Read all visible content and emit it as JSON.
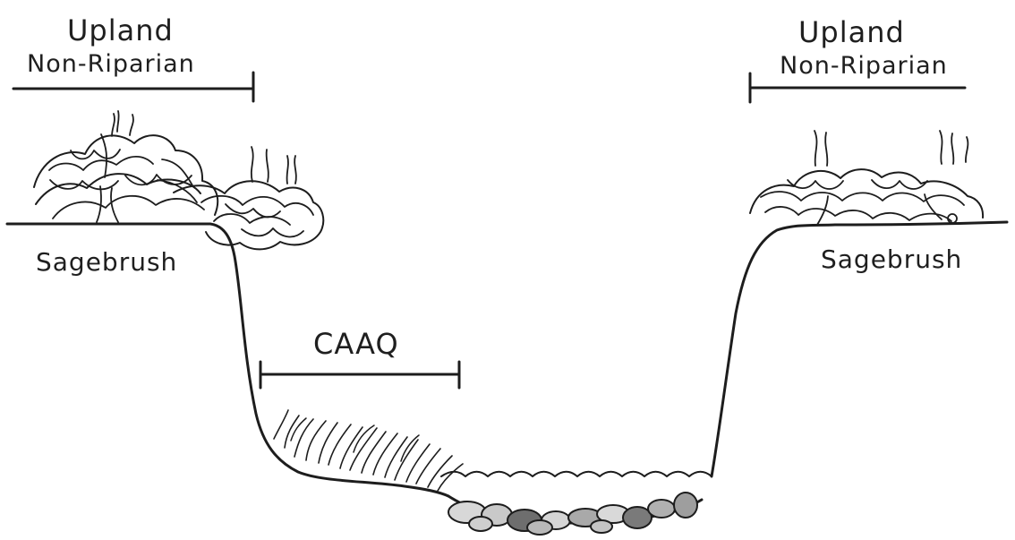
{
  "labels": {
    "upland_left_line1": "Upland",
    "upland_left_line2": "Non-Riparian",
    "upland_right_line1": "Upland",
    "upland_right_line2": "Non-Riparian",
    "sagebrush_left": "Sagebrush",
    "sagebrush_right": "Sagebrush",
    "caaq": "CAAQ"
  },
  "colors": {
    "ink": "#1d1d1d",
    "background": "#ffffff",
    "rock_light": "#d8d8d8",
    "rock_mid": "#a9a9a9",
    "rock_dark": "#6e6e6e"
  }
}
